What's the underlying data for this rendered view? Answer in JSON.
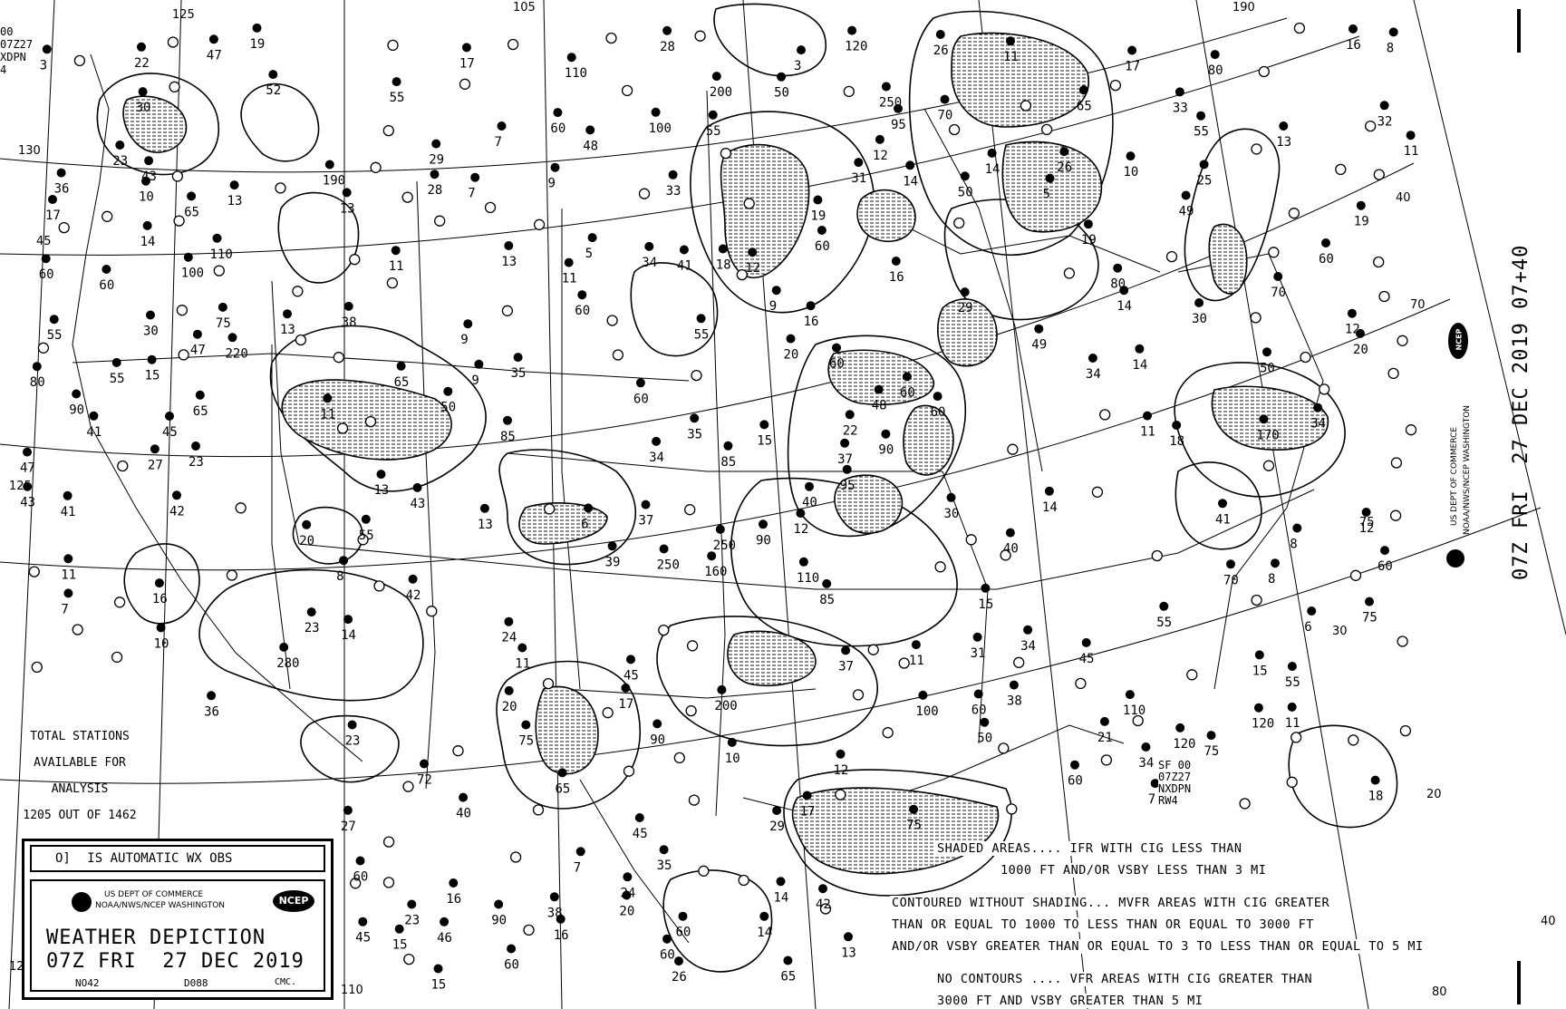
{
  "chart": {
    "title": "WEATHER DEPICTION",
    "time": "07Z FRI  27 DEC 2019",
    "agency": "US DEPT OF COMMERCE",
    "agency_sub": "NOAA/NWS/NCEP WASHINGTON",
    "logo_text": "NCEP",
    "code_left": "NO42",
    "code_mid": "D088",
    "code_right": "CMC.",
    "auto_obs_symbol": "O]",
    "auto_obs_label": "IS AUTOMATIC WX OBS"
  },
  "stations_info": {
    "line1": "TOTAL STATIONS",
    "line2": "AVAILABLE FOR",
    "line3": "ANALYSIS",
    "line4": "1205 OUT OF 1462"
  },
  "side_label": {
    "time": "07Z FRI  27 DEC 2019 07+40",
    "agency": "US DEPT OF COMMERCE",
    "agency_sub": "NOAA/NWS/NCEP WASHINGTON",
    "logo_text": "NCEP"
  },
  "notes": {
    "shaded": "SHADED AREAS.... IFR WITH CIG LESS THAN",
    "shaded2": "1000 FT AND/OR VSBY LESS THAN 3 MI",
    "contoured": "CONTOURED WITHOUT SHADING... MVFR AREAS WITH CIG GREATER",
    "contoured2": "THAN OR EQUAL TO 1000 TO LESS THAN OR EQUAL TO 3000 FT",
    "contoured3": "AND/OR VSBY GREATER THAN OR EQUAL TO 3 TO LESS THAN OR EQUAL TO 5 MI",
    "none": "NO CONTOURS .... VFR AREAS WITH CIG GREATER THAN",
    "none2": "3000 FT AND VSBY GREATER THAN 5 MI"
  },
  "header_top_left": [
    "00",
    "07Z27",
    "XDPN",
    "4"
  ],
  "sf_block": [
    "SF 00",
    "07Z27",
    "NXDPN",
    "RW4"
  ],
  "grid_labels": [
    "125",
    "130",
    "45",
    "125",
    "120",
    "110",
    "105",
    "190",
    "40",
    "70",
    "75",
    "30",
    "80",
    "40",
    "20"
  ],
  "station_labels": [
    "160",
    "100",
    "37",
    "22",
    "72",
    "70",
    "18",
    "50",
    "40",
    "52",
    "23",
    "19",
    "39",
    "29",
    "34",
    "20",
    "35",
    "60",
    "41",
    "45",
    "110",
    "100",
    "41",
    "31",
    "20",
    "45",
    "34",
    "11",
    "26",
    "3",
    "9",
    "11",
    "50",
    "15",
    "80",
    "37",
    "35",
    "95",
    "70",
    "36",
    "38",
    "27",
    "22",
    "29",
    "25",
    "200",
    "43",
    "55",
    "38",
    "10",
    "19",
    "95",
    "48",
    "35",
    "90",
    "90",
    "34",
    "65",
    "30",
    "13",
    "7",
    "60",
    "14",
    "15",
    "30",
    "55",
    "60",
    "170",
    "200",
    "65",
    "75",
    "60",
    "60",
    "60",
    "85",
    "120",
    "26",
    "20",
    "17",
    "12",
    "90",
    "280",
    "23",
    "16",
    "49",
    "85",
    "8",
    "10",
    "6",
    "250",
    "13",
    "5",
    "110",
    "80",
    "9",
    "13",
    "14",
    "14",
    "16",
    "11",
    "14",
    "13",
    "7",
    "6",
    "110",
    "42",
    "36",
    "75",
    "110",
    "65",
    "120",
    "90",
    "48",
    "43",
    "38",
    "50",
    "60",
    "55",
    "50",
    "33",
    "55",
    "55",
    "60",
    "37",
    "55",
    "43",
    "28",
    "30",
    "45",
    "75",
    "42",
    "55",
    "250",
    "60",
    "46",
    "31",
    "60",
    "60",
    "47",
    "60",
    "250",
    "14",
    "15",
    "220",
    "45",
    "40",
    "75",
    "80",
    "90",
    "42",
    "65",
    "60",
    "47",
    "49",
    "41",
    "17",
    "18",
    "60",
    "50",
    "65",
    "85",
    "24",
    "27",
    "60",
    "12",
    "16",
    "45",
    "55",
    "47",
    "26",
    "17",
    "15",
    "3",
    "8",
    "12",
    "13",
    "11",
    "12",
    "15",
    "11",
    "10",
    "12",
    "13",
    "14",
    "11",
    "16",
    "9",
    "19",
    "20",
    "17",
    "16",
    "15",
    "11",
    "9",
    "13",
    "7",
    "16",
    "13",
    "14",
    "8",
    "23",
    "11",
    "11",
    "11",
    "7",
    "8",
    "10",
    "55",
    "14",
    "7",
    "5",
    "23",
    "24",
    "12",
    "34",
    "29",
    "65",
    "120",
    "190",
    "32",
    "33",
    "20",
    "34",
    "23",
    "60",
    "70",
    "28",
    "75",
    "100",
    "21",
    "14",
    "41",
    "19",
    "30",
    "40",
    "34",
    "18",
    "60",
    "17"
  ],
  "colors": {
    "ink": "#000000",
    "paper": "#ffffff"
  },
  "icons": [
    "noaa-logo-icon",
    "ncep-logo-icon"
  ]
}
